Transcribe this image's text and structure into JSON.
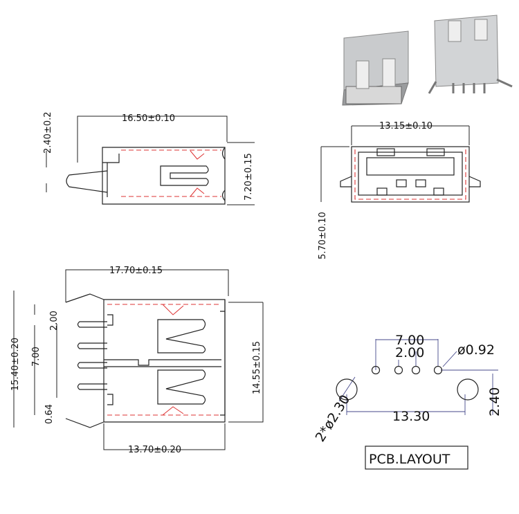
{
  "side_view": {
    "length": "16.50±0.10",
    "pin_offset": "2.40±0.2",
    "height": "7.20±0.15"
  },
  "front_view": {
    "width": "13.15±0.10",
    "height": "5.70±0.10"
  },
  "top_view": {
    "length": "17.70±0.15",
    "overall_width": "15.40±0.20",
    "pitch": "2.00",
    "span": "7.00",
    "pin_width": "0.64",
    "body_width": "14.55±0.15",
    "body_length": "13.70±0.20"
  },
  "pcb_layout": {
    "title": "PCB.LAYOUT",
    "pin_span": "7.00",
    "pin_pitch": "2.00",
    "pin_hole": "ø0.92",
    "mount_span": "13.30",
    "mount_offset": "2.40",
    "mount_hole": "2*ø2.30"
  },
  "colors": {
    "outline": "#222222",
    "hidden_lines": "#dd3333",
    "pcb_dimension": "#44478a",
    "metal": "#b9bcbf"
  }
}
